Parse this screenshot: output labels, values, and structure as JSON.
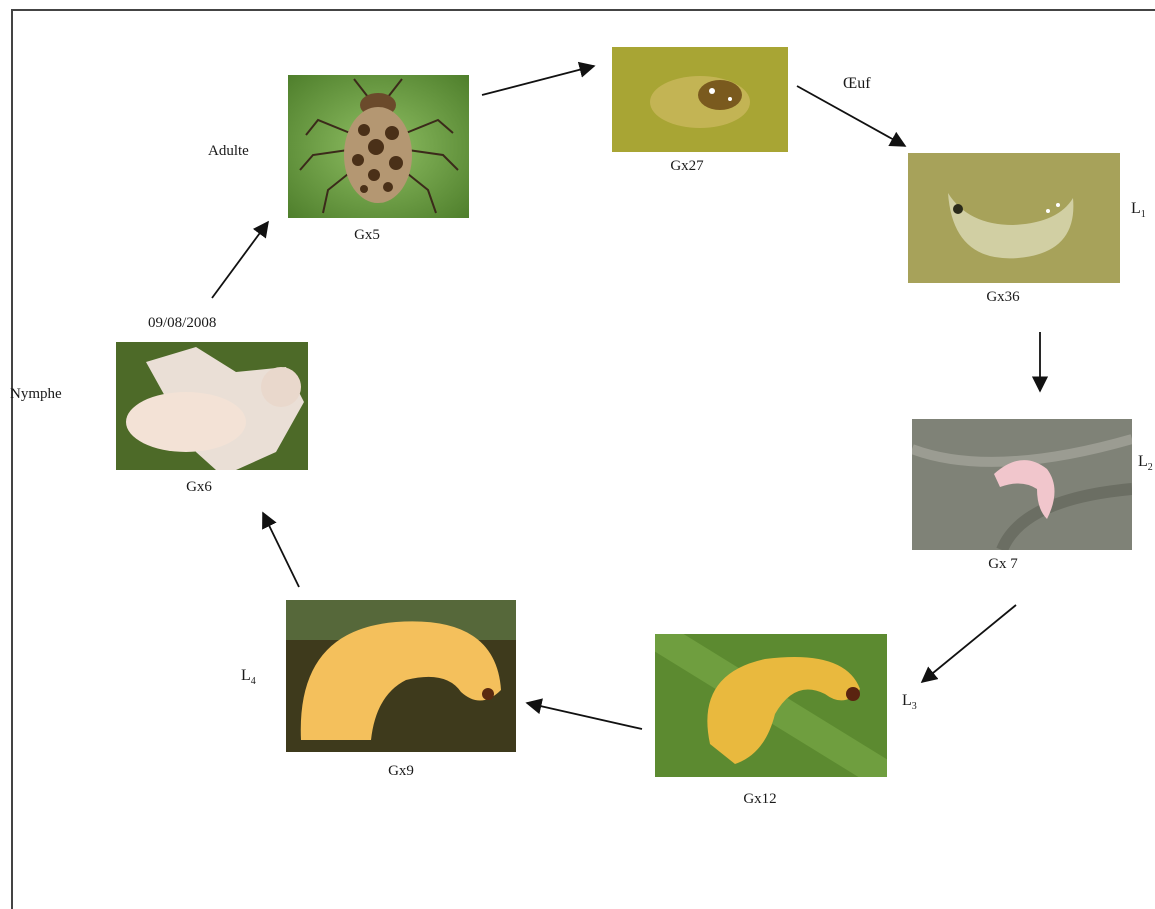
{
  "stages": {
    "adult": {
      "name": "Adulte",
      "caption": "Gx5",
      "date": "09/08/2008",
      "icon": "adult-beetle-photo"
    },
    "egg": {
      "name": "Œuf",
      "caption": "Gx27",
      "icon": "egg-photo"
    },
    "l1": {
      "letter": "L",
      "sub": "1",
      "caption": "Gx36",
      "icon": "larva-l1-photo"
    },
    "l2": {
      "letter": "L",
      "sub": "2",
      "caption": "Gx 7",
      "icon": "larva-l2-photo"
    },
    "l3": {
      "letter": "L",
      "sub": "3",
      "caption": "Gx12",
      "icon": "larva-l3-photo"
    },
    "l4": {
      "letter": "L",
      "sub": "4",
      "caption": "Gx9",
      "icon": "larva-l4-photo"
    },
    "pupa": {
      "name": "Nymphe",
      "caption": "Gx6",
      "icon": "pupa-photo"
    }
  },
  "colors": {
    "leaf_green": "#5f8f3a",
    "larva_yellow": "#f2c45a",
    "pupa_white": "#f3e6dc",
    "arrow": "#111111"
  }
}
